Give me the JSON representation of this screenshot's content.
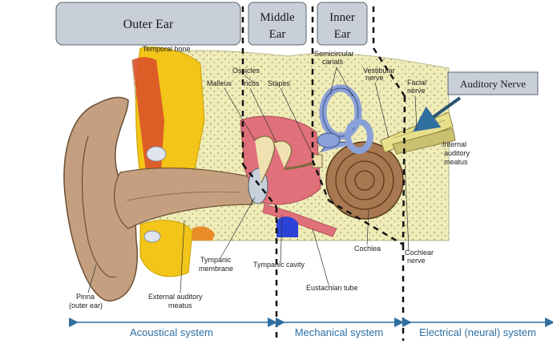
{
  "headers": {
    "outer": "Outer Ear",
    "middle_line1": "Middle",
    "middle_line2": "Ear",
    "inner_line1": "Inner",
    "inner_line2": "Ear",
    "auditory_nerve": "Auditory Nerve"
  },
  "labels": {
    "temporal_bone": "Temporal bone",
    "ossicles": "Ossicles",
    "malleus": "Malleus",
    "incus": "Incus",
    "stapes": "Stapes",
    "semicircular_canals_1": "Semicircular",
    "semicircular_canals_2": "canals",
    "vestibular_nerve_1": "Vestibular",
    "vestibular_nerve_2": "nerve",
    "facial_nerve_1": "Facial",
    "facial_nerve_2": "nerve",
    "internal_meatus_1": "Internal",
    "internal_meatus_2": "auditory",
    "internal_meatus_3": "meatus",
    "tympanic_membrane_1": "Tympanic",
    "tympanic_membrane_2": "membrane",
    "tympanic_cavity": "Tympanic cavity",
    "cochlea": "Cochlea",
    "cochlear_nerve_1": "Cochlear",
    "cochlear_nerve_2": "nerve",
    "eustachian_tube": "Eustachian tube",
    "pinna_1": "Pinna",
    "pinna_2": "(outer ear)",
    "external_meatus_1": "External auditory",
    "external_meatus_2": "meatus"
  },
  "systems": {
    "acoustical": "Acoustical system",
    "mechanical": "Mechanical system",
    "electrical": "Electrical (neural) system"
  },
  "colors": {
    "header_fill": "#c9cfd8",
    "header_stroke": "#5d6470",
    "arrow": "#2e6fa0",
    "skin": "#c4a080",
    "bone": "#f0ecb8",
    "marrow": "#f2c518",
    "middle_ear": "#e0707a",
    "cochlea": "#a87850",
    "canals": "#8aa0d8"
  }
}
